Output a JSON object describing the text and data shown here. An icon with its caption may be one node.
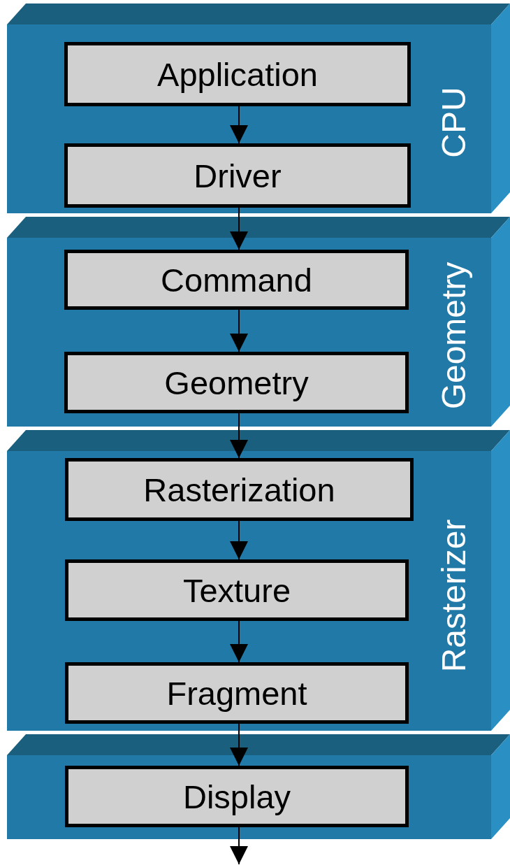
{
  "diagram": {
    "nodes": [
      {
        "text": [
          "CPU"
        ]
      },
      {
        "text": [
          "Application"
        ],
        "in": 0
      },
      {
        "text": [
          "Driver"
        ],
        "in": 0
      },
      {
        "text": [
          "Geometry"
        ]
      },
      {
        "text": [
          "Command"
        ],
        "in": 3
      },
      {
        "text": [
          "Geometry"
        ],
        "in": 3
      },
      {
        "text": [
          "Rasterizer"
        ]
      },
      {
        "text": [
          "Rasterization"
        ],
        "in": 6
      },
      {
        "text": [
          "Texture"
        ],
        "in": 6
      },
      {
        "text": [
          "Fragment"
        ],
        "in": 6
      },
      {
        "text": [],
        "shape": "box"
      },
      {
        "text": [
          "Display"
        ],
        "in": 10
      }
    ],
    "edges": [
      {
        "from": 1,
        "to": 2,
        "arrow": "to"
      },
      {
        "from": 2,
        "to": 4,
        "arrow": "to"
      },
      {
        "from": 4,
        "to": 5,
        "arrow": "to"
      },
      {
        "from": 5,
        "to": 7,
        "arrow": "to"
      },
      {
        "from": 7,
        "to": 8,
        "arrow": "to"
      },
      {
        "from": 8,
        "to": 9,
        "arrow": "to"
      },
      {
        "from": 9,
        "to": 11,
        "arrow": "to"
      },
      {
        "from": 11,
        "to": null,
        "arrow": "to"
      }
    ]
  }
}
